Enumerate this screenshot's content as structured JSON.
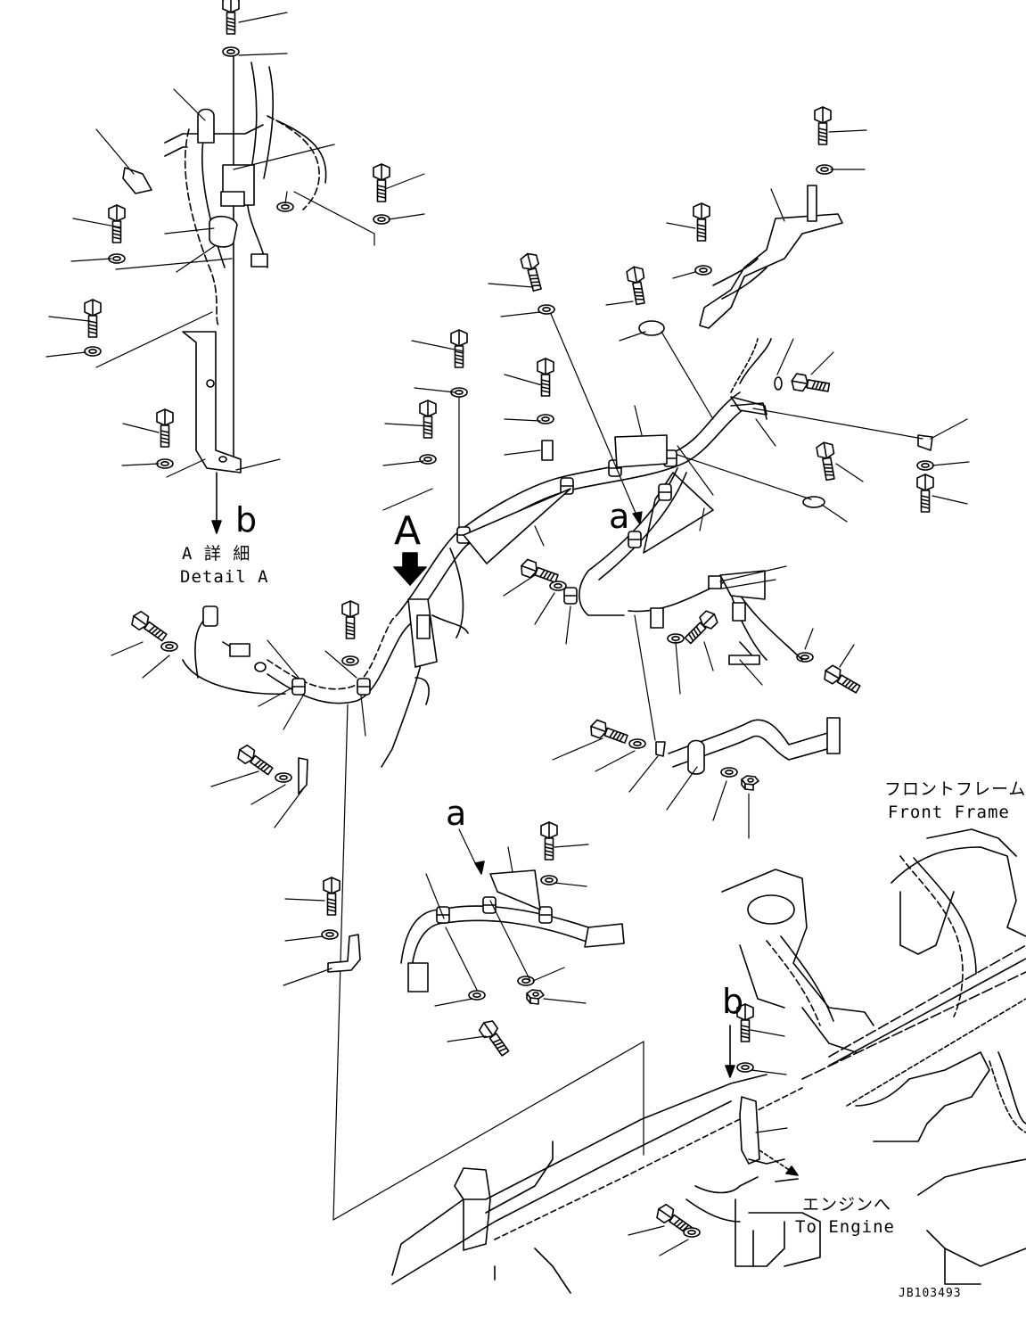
{
  "labels": {
    "view_a_marker": "A",
    "detail_title_jp": "A 詳 細",
    "detail_title_en": "Detail A",
    "ref_b": "b",
    "ref_a": "a",
    "front_frame_jp": "フロントフレーム",
    "front_frame_en": "Front Frame",
    "to_engine_jp": "エンジンへ",
    "to_engine_en": "To Engine",
    "drawing_code": "JB103493"
  }
}
